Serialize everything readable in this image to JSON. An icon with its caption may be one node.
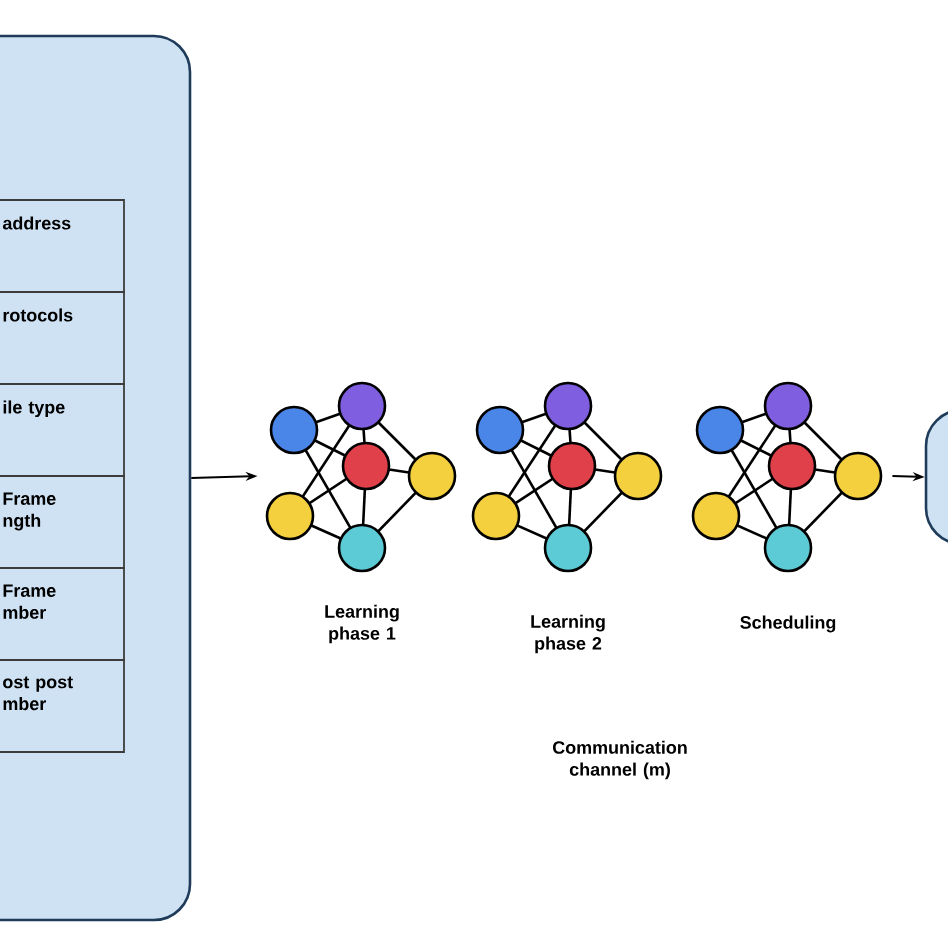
{
  "diagram": {
    "nodes": [
      {
        "text": [],
        "shape": "box"
      },
      {
        "text": [
          "address"
        ],
        "in": 0
      },
      {
        "text": [
          "rotocols"
        ],
        "in": 0
      },
      {
        "text": [
          "ile type"
        ],
        "in": 0
      },
      {
        "text": [
          "Frame ngth"
        ],
        "in": 0
      },
      {
        "text": [
          "Frame mber"
        ],
        "in": 0
      },
      {
        "text": [
          "ost post mber"
        ],
        "in": 0
      },
      {
        "text": [],
        "shape": "network",
        "beside": [
          "Learning phase 1"
        ]
      },
      {
        "text": [],
        "shape": "network",
        "beside": [
          "Learning phase 2"
        ]
      },
      {
        "text": [],
        "shape": "network",
        "beside": [
          "Scheduling"
        ]
      },
      {
        "text": [],
        "shape": "box"
      }
    ],
    "edges": [
      {
        "from": 0,
        "to": 7,
        "arrow": "to"
      },
      {
        "from": 9,
        "to": 10,
        "arrow": "to"
      }
    ],
    "labels": [
      "Communication channel (m)"
    ]
  }
}
